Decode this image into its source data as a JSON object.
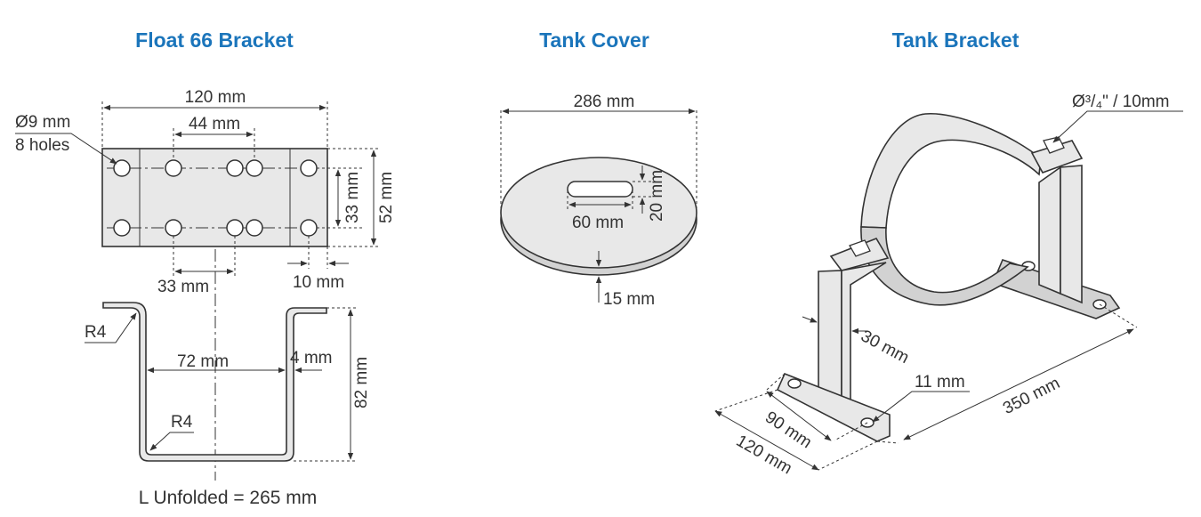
{
  "titles": {
    "float_bracket": "Float 66 Bracket",
    "tank_cover": "Tank Cover",
    "tank_bracket": "Tank Bracket"
  },
  "float_bracket": {
    "width": "120 mm",
    "hole_dia": "Ø9 mm",
    "hole_count": "8 holes",
    "hole_spacing": "44 mm",
    "row_spacing": "33 mm",
    "height": "52 mm",
    "bottom_spacing": "33 mm",
    "edge_offset": "10 mm",
    "bend_radius_top": "R4",
    "bend_radius_bottom": "R4",
    "inner_width": "72 mm",
    "thickness": "4 mm",
    "depth": "82 mm",
    "unfolded_length": "L Unfolded = 265 mm"
  },
  "tank_cover": {
    "diameter": "286 mm",
    "slot_length": "60 mm",
    "slot_width": "20 mm",
    "thickness": "15 mm"
  },
  "tank_bracket": {
    "bolt_size": "Ø³/₄\" / 10mm",
    "strap_width": "30 mm",
    "foot_hole": "11 mm",
    "overall_length": "350 mm",
    "foot_inner": "90 mm",
    "foot_length": "120 mm"
  },
  "colors": {
    "title": "#1b75bb",
    "text": "#333333",
    "part_fill": "#e8e8e8"
  }
}
